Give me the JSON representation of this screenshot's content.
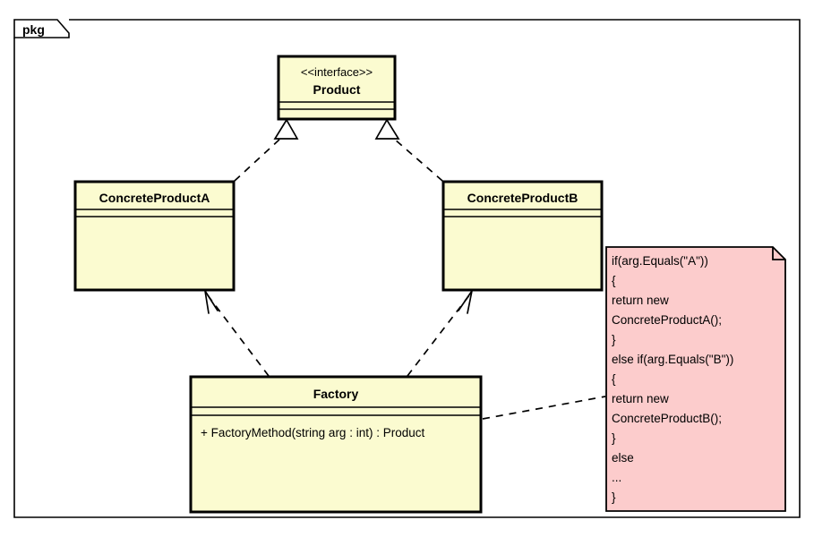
{
  "diagram": {
    "type": "uml-class-diagram",
    "package": {
      "label": "pkg"
    },
    "colors": {
      "class_fill": "#FBFBD0",
      "class_border": "#000000",
      "note_fill": "#FCCCCC",
      "note_border": "#000000",
      "canvas": "#FFFFFF",
      "line": "#000000"
    },
    "classes": [
      {
        "id": "product",
        "stereotype": "<<interface>>",
        "name": "Product",
        "attributes": [],
        "operations": []
      },
      {
        "id": "concrete_product_a",
        "stereotype": "",
        "name": "ConcreteProductA",
        "attributes": [],
        "operations": []
      },
      {
        "id": "concrete_product_b",
        "stereotype": "",
        "name": "ConcreteProductB",
        "attributes": [],
        "operations": []
      },
      {
        "id": "factory",
        "stereotype": "",
        "name": "Factory",
        "attributes": [],
        "operations": [
          "+ FactoryMethod(string arg : int) : Product"
        ]
      }
    ],
    "relationships": [
      {
        "type": "realization",
        "from": "concrete_product_a",
        "to": "product"
      },
      {
        "type": "realization",
        "from": "concrete_product_b",
        "to": "product"
      },
      {
        "type": "dependency",
        "from": "factory",
        "to": "concrete_product_a"
      },
      {
        "type": "dependency",
        "from": "factory",
        "to": "concrete_product_b"
      },
      {
        "type": "note-anchor",
        "from": "factory",
        "to": "code_note"
      }
    ],
    "note": {
      "id": "code_note",
      "lines": [
        "if(arg.Equals(\"A\"))",
        "{",
        "return new",
        "ConcreteProductA();",
        "}",
        "else if(arg.Equals(\"B\"))",
        "{",
        "return new",
        "ConcreteProductB();",
        "}",
        "else",
        "...",
        "}"
      ]
    }
  }
}
